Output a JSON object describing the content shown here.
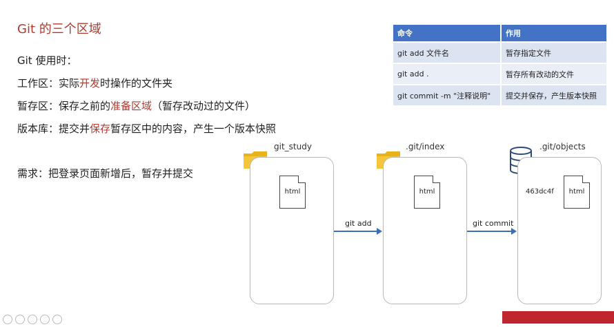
{
  "title": "Git 的三个区域",
  "intro": "Git 使用时：",
  "lines": [
    {
      "prefix": "工作区：实际",
      "highlight": "开发",
      "suffix": "时操作的文件夹"
    },
    {
      "prefix": "暂存区：保存之前的",
      "highlight": "准备区域",
      "suffix": "（暂存改动过的文件）"
    },
    {
      "prefix": "版本库：提交并",
      "highlight": "保存",
      "suffix": "暂存区中的内容，产生一个版本快照"
    }
  ],
  "requirement": "需求：把登录页面新增后，暂存并提交",
  "table": {
    "headers": [
      "命令",
      "作用"
    ],
    "rows": [
      [
        "git add 文件名",
        "暂存指定文件"
      ],
      [
        "git add .",
        "暂存所有改动的文件"
      ],
      [
        "git commit -m \"注释说明\"",
        "提交并保存，产生版本快照"
      ]
    ]
  },
  "diagram": {
    "areas": [
      {
        "label": "git_study",
        "file": "html",
        "icon": "folder-icon"
      },
      {
        "label": ".git/index",
        "file": "html",
        "icon": "folder-icon"
      },
      {
        "label": ".git/objects",
        "file": "html",
        "icon": "database-icon",
        "hash": "463dc4f"
      }
    ],
    "arrows": [
      "git add",
      "git commit"
    ]
  },
  "colors": {
    "accent": "#b03a2e",
    "header": "#4472c4",
    "arrow": "#3a6fb5",
    "folder": "#f4c430"
  }
}
